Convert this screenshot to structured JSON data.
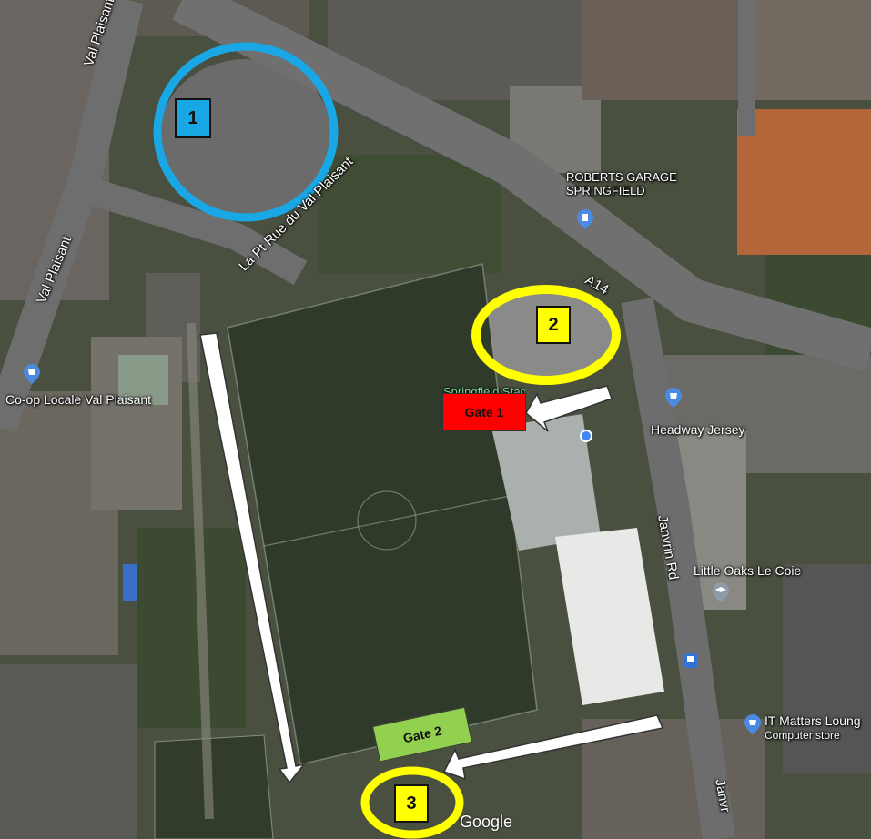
{
  "map": {
    "roads": {
      "val_plaisant_north": "Val Plaisant",
      "val_plaisant_west": "Val Plaisant",
      "la_pt_rue": "La Pt Rue du Val Plaisant",
      "a14": "A14",
      "janvrin_rd": "Janvrin Rd",
      "janvrin_south": "Janvr"
    },
    "places": {
      "roberts_garage": "ROBERTS GARAGE\nSPRINGFIELD",
      "coop": "Co-op Locale Val Plaisant",
      "headway": "Headway Jersey",
      "little_oaks": "Little Oaks Le Coie",
      "it_matters": "IT Matters Loung",
      "it_matters_sub": "Computer store",
      "springfield": "Springfield Stadium"
    },
    "markers": {
      "m1": "1",
      "m2": "2",
      "m3": "3"
    },
    "gates": {
      "gate1": "Gate 1",
      "gate2": "Gate 2"
    },
    "attribution": "Google",
    "colors": {
      "marker1_ring": "#1aa7e6",
      "marker_yellow_ring": "#ffff00",
      "gate1_fill": "#ff0000",
      "gate2_fill": "#92d050",
      "marker1_fill": "#1aa7e6",
      "marker_yellow_fill": "#ffff00",
      "pitch": "#2f3a2a",
      "road": "#6f6f6f"
    }
  }
}
